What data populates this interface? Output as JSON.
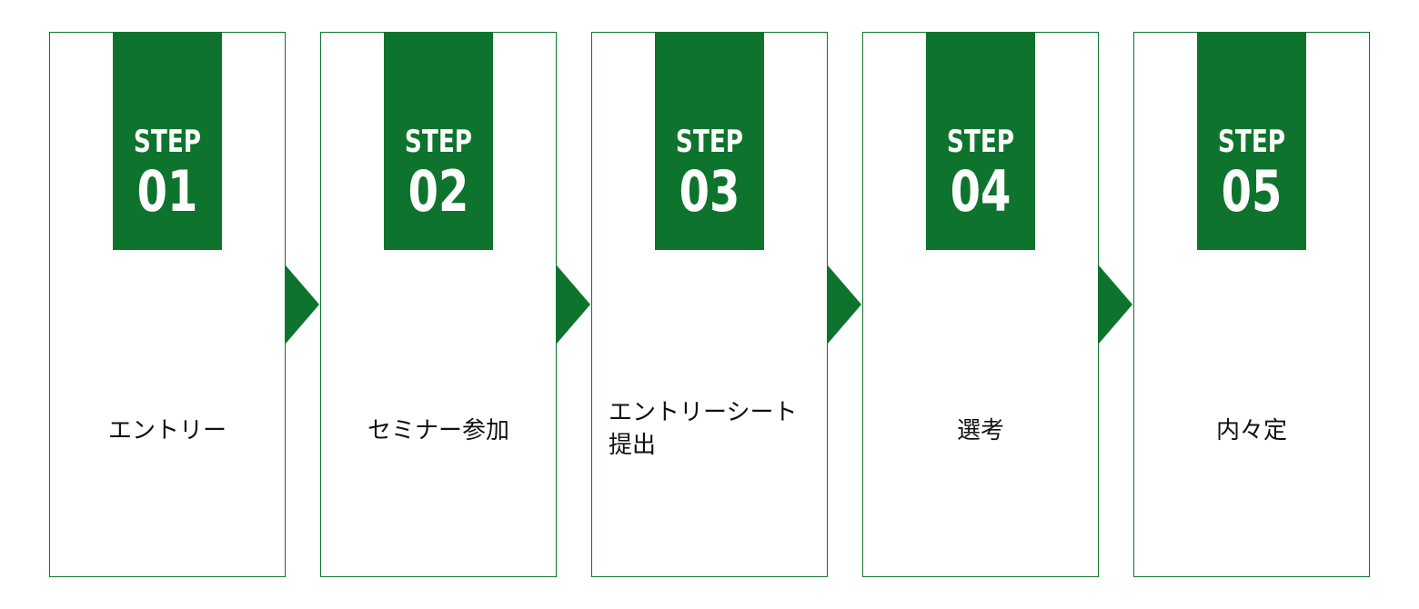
{
  "colors": {
    "accent": "#0e742d",
    "text": "#111111",
    "background": "#ffffff"
  },
  "steps": [
    {
      "word": "STEP",
      "number": "01",
      "label": "エントリー"
    },
    {
      "word": "STEP",
      "number": "02",
      "label": "セミナー参加"
    },
    {
      "word": "STEP",
      "number": "03",
      "label_lines": [
        "エントリーシート",
        "提出"
      ]
    },
    {
      "word": "STEP",
      "number": "04",
      "label": "選考"
    },
    {
      "word": "STEP",
      "number": "05",
      "label": "内々定"
    }
  ]
}
